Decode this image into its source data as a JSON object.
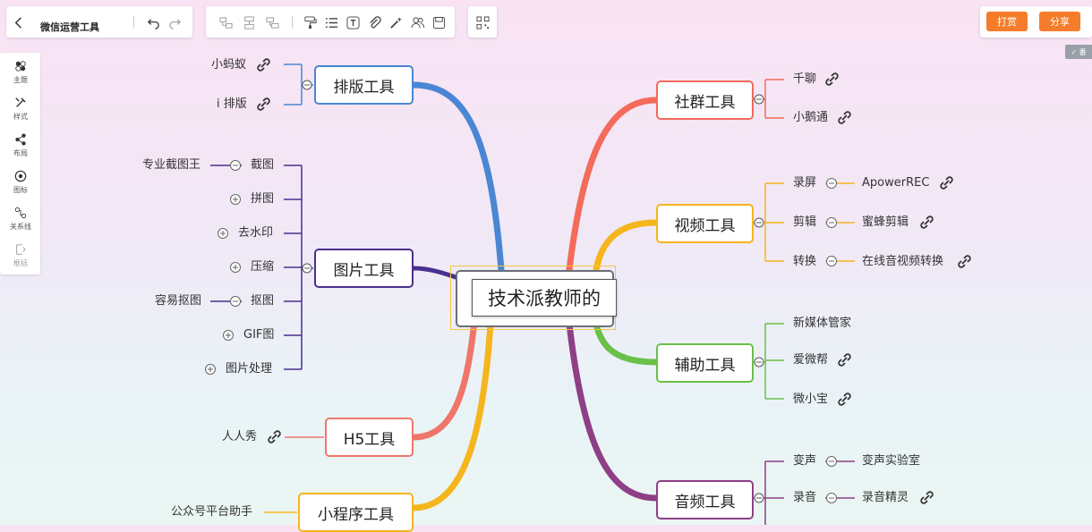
{
  "toolbar": {
    "title": "微信运营工具",
    "icons": [
      "back-arrow-icon",
      "undo-icon",
      "redo-icon",
      "insert-sibling-icon",
      "insert-child-icon",
      "insert-parent-icon",
      "format-painter-icon",
      "list-icon",
      "text-icon",
      "attachment-icon",
      "magic-icon",
      "users-icon",
      "save-icon",
      "qr-code-icon"
    ]
  },
  "actions": {
    "reward": "打赏",
    "share": "分享"
  },
  "sidebar": {
    "items": [
      {
        "label": "主题",
        "icon": "theme-icon"
      },
      {
        "label": "样式",
        "icon": "style-icon"
      },
      {
        "label": "布局",
        "icon": "layout-icon"
      },
      {
        "label": "图标",
        "icon": "icon-library-icon"
      },
      {
        "label": "关系线",
        "icon": "relation-line-icon"
      },
      {
        "label": "框括",
        "icon": "frame-icon"
      }
    ]
  },
  "corner_tag": "✓ 番",
  "mindmap": {
    "center": "技术派教师的",
    "branches": [
      {
        "label": "排版工具",
        "color": "#4a86d4",
        "children": [
          "小蚂蚁",
          "i 排版"
        ]
      },
      {
        "label": "图片工具",
        "color": "#4a2f8f",
        "children": [
          "截图",
          "拼图",
          "去水印",
          "压缩",
          "抠图",
          "GIF图",
          "图片处理"
        ],
        "sub": {
          "截图": "专业截图王",
          "抠图": "容易抠图"
        }
      },
      {
        "label": "H5工具",
        "color": "#f0766a",
        "children": [
          "人人秀"
        ]
      },
      {
        "label": "小程序工具",
        "color": "#f5b51c",
        "children": [
          "公众号平台助手"
        ]
      },
      {
        "label": "社群工具",
        "color": "#f26b5b",
        "children": [
          "千聊",
          "小鹅通"
        ]
      },
      {
        "label": "视频工具",
        "color": "#f5b51c",
        "children": [
          "录屏",
          "剪辑",
          "转换"
        ],
        "sub": {
          "录屏": "ApowerREC",
          "剪辑": "蜜蜂剪辑",
          "转换": "在线音视频转换"
        }
      },
      {
        "label": "辅助工具",
        "color": "#6ac048",
        "children": [
          "新媒体管家",
          "爱微帮",
          "微小宝"
        ]
      },
      {
        "label": "音频工具",
        "color": "#8e3f86",
        "children": [
          "变声",
          "录音"
        ],
        "sub": {
          "变声": "变声实验室",
          "录音": "录音精灵"
        }
      }
    ]
  }
}
